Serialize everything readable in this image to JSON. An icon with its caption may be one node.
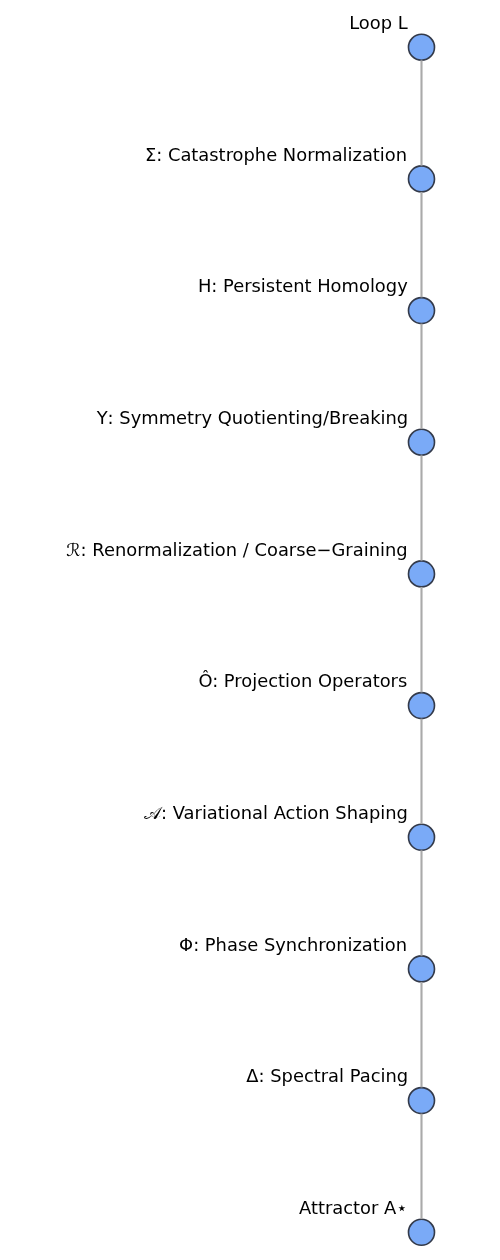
{
  "diagram": {
    "nodes": [
      {
        "text": [],
        "shape": "circle",
        "beside": [
          "Loop L"
        ]
      },
      {
        "text": [],
        "shape": "circle",
        "beside": [
          "Σ: Catastrophe Normalization"
        ]
      },
      {
        "text": [],
        "shape": "circle",
        "beside": [
          "H: Persistent Homology"
        ]
      },
      {
        "text": [],
        "shape": "circle",
        "beside": [
          "Υ: Symmetry Quotienting/Breaking"
        ]
      },
      {
        "text": [],
        "shape": "circle",
        "beside": [
          "ℛ: Renormalization / Coarse−Graining"
        ]
      },
      {
        "text": [],
        "shape": "circle",
        "beside": [
          "Ô: Projection Operators"
        ]
      },
      {
        "text": [],
        "shape": "circle",
        "beside": [
          "𝒜: Variational Action Shaping"
        ]
      },
      {
        "text": [],
        "shape": "circle",
        "beside": [
          "Φ: Phase Synchronization"
        ]
      },
      {
        "text": [],
        "shape": "circle",
        "beside": [
          "Δ: Spectral Pacing"
        ]
      },
      {
        "text": [],
        "shape": "circle",
        "beside": [
          "Attractor A⋆"
        ]
      }
    ],
    "edges": [
      {
        "from": 0,
        "to": 1,
        "arrow": "none"
      },
      {
        "from": 1,
        "to": 2,
        "arrow": "none"
      },
      {
        "from": 2,
        "to": 3,
        "arrow": "none"
      },
      {
        "from": 3,
        "to": 4,
        "arrow": "none"
      },
      {
        "from": 4,
        "to": 5,
        "arrow": "none"
      },
      {
        "from": 5,
        "to": 6,
        "arrow": "none"
      },
      {
        "from": 6,
        "to": 7,
        "arrow": "none"
      },
      {
        "from": 7,
        "to": 8,
        "arrow": "none"
      },
      {
        "from": 8,
        "to": 9,
        "arrow": "none"
      }
    ]
  }
}
